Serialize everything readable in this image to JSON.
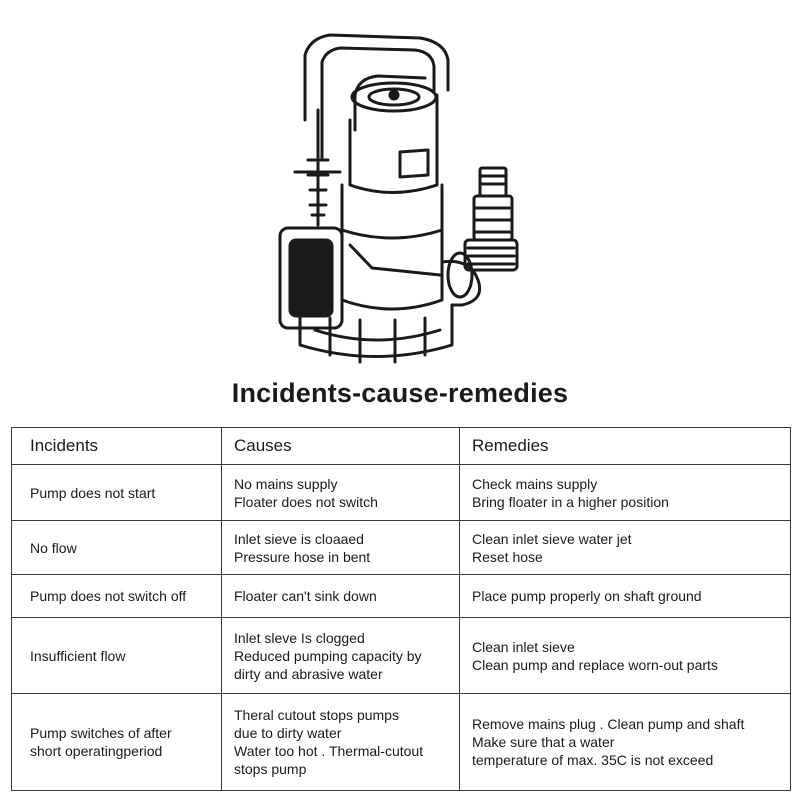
{
  "title": "Incidents-cause-remedies",
  "table": {
    "headers": [
      "Incidents",
      "Causes",
      "Remedies"
    ],
    "rows": [
      {
        "incident": [
          "Pump does not start"
        ],
        "causes": [
          "No mains supply",
          "Floater does not switch"
        ],
        "remedies": [
          "Check mains supply",
          "Bring floater in a higher position"
        ]
      },
      {
        "incident": [
          "No flow"
        ],
        "causes": [
          "Inlet sieve is cloaaed",
          "Pressure hose in bent"
        ],
        "remedies": [
          "Clean inlet sieve water jet",
          "Reset hose"
        ]
      },
      {
        "incident": [
          "Pump does not switch off"
        ],
        "causes": [
          "Floater can't sink down"
        ],
        "remedies": [
          "Place pump properly on shaft ground"
        ]
      },
      {
        "incident": [
          "Insufficient flow"
        ],
        "causes": [
          "Inlet sleve Is clogged",
          "Reduced pumping capacity by",
          "dirty and abrasive water"
        ],
        "remedies": [
          "Clean inlet sieve",
          "Clean pump and replace worn-out parts"
        ]
      },
      {
        "incident": [
          "Pump switches of after",
          "short operatingperiod"
        ],
        "causes": [
          "Theral cutout stops pumps",
          "due to dirty water",
          "Water too hot . Thermal-cutout",
          "stops pump"
        ],
        "remedies": [
          "Remove mains plug . Clean pump and shaft",
          "Make sure that a water",
          "temperature of max. 35C is not exceed"
        ]
      }
    ]
  },
  "illustration": {
    "icon": "submersible-pump-icon"
  }
}
